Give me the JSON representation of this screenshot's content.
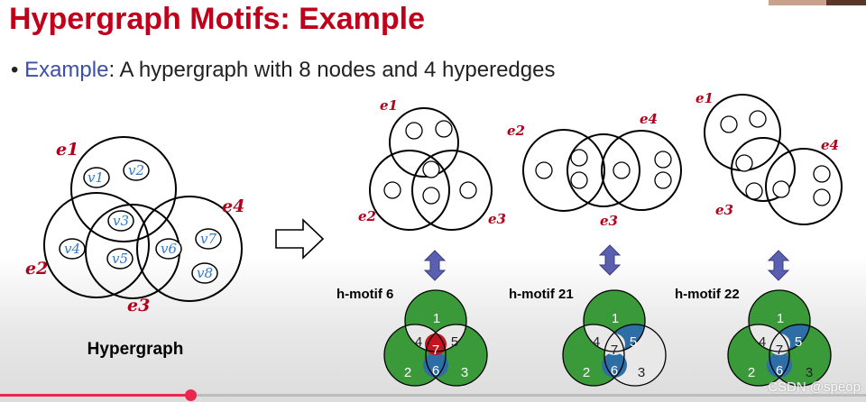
{
  "slide": {
    "title": "Hypergraph Motifs: Example",
    "bullet_marker": "•",
    "bullet_keyword": "Example",
    "bullet_rest": ": A hypergraph with 8 nodes and 4 hyperedges"
  },
  "hypergraph": {
    "caption": "Hypergraph",
    "edge_labels": [
      "e1",
      "e2",
      "e3",
      "e4"
    ],
    "node_labels": [
      "v1",
      "v2",
      "v3",
      "v4",
      "v5",
      "v6",
      "v7",
      "v8"
    ]
  },
  "projections": [
    {
      "edge_labels": [
        "e1",
        "e2",
        "e3"
      ]
    },
    {
      "edge_labels": [
        "e2",
        "e4",
        "e3"
      ]
    },
    {
      "edge_labels": [
        "e1",
        "e4",
        "e3"
      ]
    }
  ],
  "motifs": [
    {
      "label": "h-motif 6",
      "region_numbers": [
        "1",
        "2",
        "3",
        "4",
        "5",
        "6",
        "7"
      ]
    },
    {
      "label": "h-motif 21",
      "region_numbers": [
        "1",
        "2",
        "3",
        "4",
        "5",
        "6",
        "7"
      ]
    },
    {
      "label": "h-motif 22",
      "region_numbers": [
        "1",
        "2",
        "3",
        "4",
        "5",
        "6",
        "7"
      ]
    }
  ],
  "colors": {
    "title": "#c0001a",
    "edge_label": "#b0001a",
    "node_label": "#2f7bd0",
    "motif_green": "#3a9a3a",
    "motif_blue": "#2e6ea6",
    "motif_red": "#c2161f",
    "motif_light": "#e8e8e8",
    "arrow_fill": "#5b5fb0"
  },
  "video": {
    "progress": 0.22
  },
  "watermark": "CSDN @speop"
}
